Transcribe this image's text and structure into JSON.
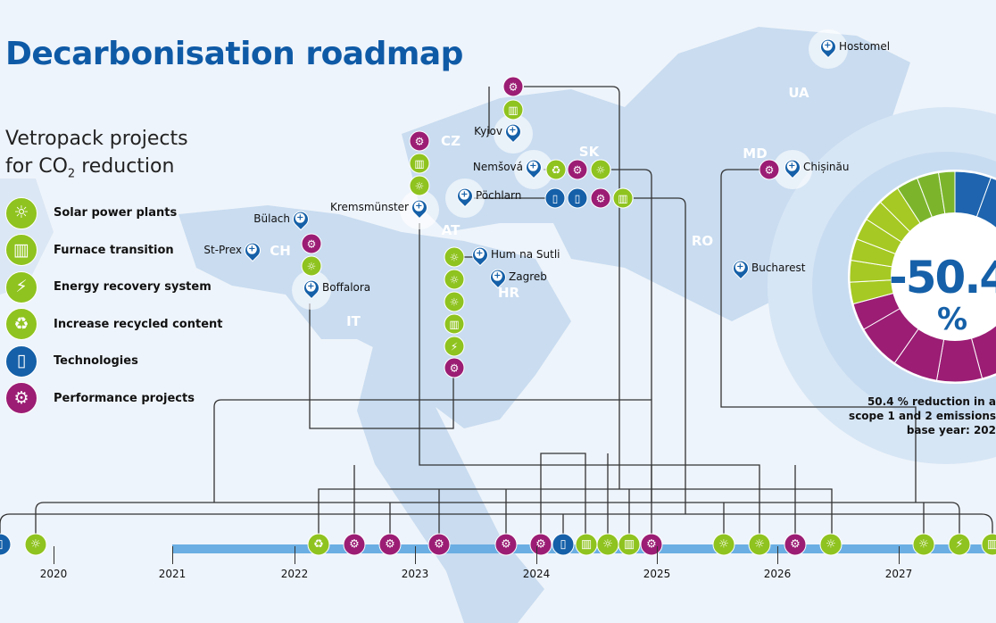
{
  "title": "Decarbonisation roadmap",
  "subtitle": {
    "line1": "Vetropack projects",
    "line2_pre": "for CO",
    "line2_sub": "2",
    "line2_post": " reduction"
  },
  "legend": [
    {
      "type": "solar",
      "label": "Solar power plants"
    },
    {
      "type": "furnace",
      "label": "Furnace transition"
    },
    {
      "type": "energy",
      "label": "Energy recovery system"
    },
    {
      "type": "recycled",
      "label": "Increase recycled content"
    },
    {
      "type": "tech",
      "label": "Technologies"
    },
    {
      "type": "perf",
      "label": "Performance projects"
    }
  ],
  "colors": {
    "solar": "#8fc31f",
    "furnace": "#8fc31f",
    "energy": "#8fc31f",
    "recycled": "#8fc31f",
    "tech": "#1560a8",
    "perf": "#9b1d74",
    "title": "#0f5aa6"
  },
  "icons": {
    "solar": "☼",
    "furnace": "▥",
    "energy": "⚡",
    "recycled": "♻",
    "tech": "▯",
    "perf": "⚙"
  },
  "cities": [
    "Hostomel",
    "Kyjov",
    "Nemšová",
    "Pöchlarn",
    "Kremsmünster",
    "Bülach",
    "St-Prex",
    "Boffalora",
    "Hum na Sutli",
    "Zagreb",
    "Chișinău",
    "Bucharest"
  ],
  "countries": [
    "UA",
    "CZ",
    "SK",
    "AT",
    "CH",
    "IT",
    "HR",
    "RO",
    "MD"
  ],
  "years": [
    "2020",
    "2021",
    "2022",
    "2023",
    "2024",
    "2025",
    "2026",
    "2027"
  ],
  "timeline": [
    "tech",
    "solar",
    "recycled",
    "perf",
    "perf",
    "perf",
    "perf",
    "perf",
    "tech",
    "furnace",
    "solar",
    "furnace",
    "perf",
    "solar",
    "solar",
    "perf",
    "solar",
    "solar",
    "energy",
    "furnace"
  ],
  "map_groups": {
    "kyjov": [
      "perf",
      "furnace"
    ],
    "kremsmunster": [
      "perf",
      "furnace",
      "solar"
    ],
    "boffalora": [
      "perf",
      "solar"
    ],
    "hum": [
      "solar",
      "solar",
      "solar",
      "furnace",
      "energy",
      "perf"
    ],
    "nemsova": [
      "recycled",
      "perf",
      "solar"
    ],
    "pochlarn": [
      "tech",
      "tech",
      "perf",
      "furnace"
    ],
    "chisinau": [
      "perf"
    ]
  },
  "summary": {
    "value": "-50.4",
    "unit": "%",
    "caption1": "50.4 % reduction in a",
    "caption2": "scope 1 and 2 emissions",
    "caption3": "base year: 202"
  }
}
